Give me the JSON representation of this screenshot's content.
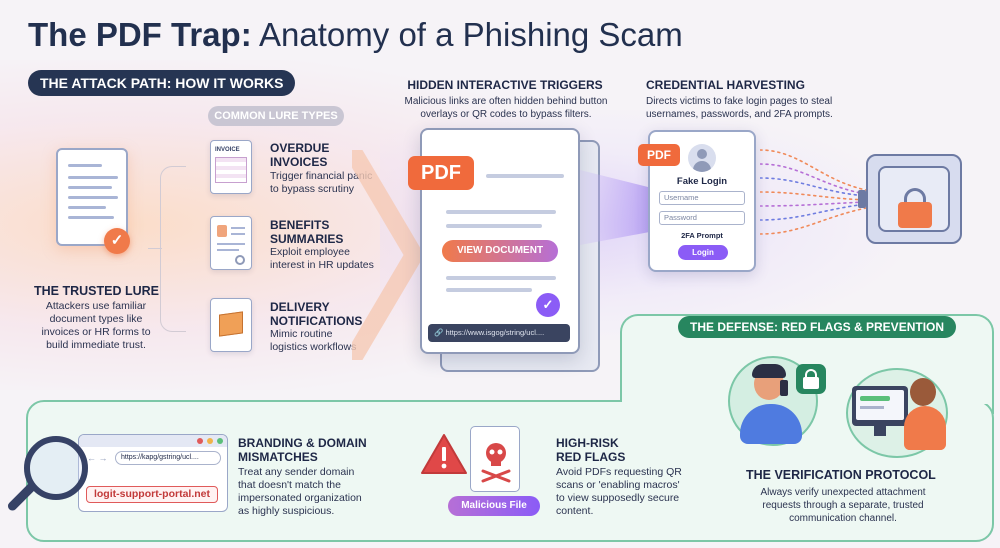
{
  "title": {
    "bold": "The PDF Trap:",
    "light": "Anatomy of a Phishing Scam"
  },
  "attack_path_label": "THE ATTACK PATH: HOW IT WORKS",
  "common_lure_label": "COMMON LURE TYPES",
  "trusted_lure": {
    "heading": "THE TRUSTED LURE",
    "body": [
      "Attackers use familiar",
      "document types like",
      "invoices or HR forms to",
      "build immediate trust."
    ]
  },
  "lures": [
    {
      "heading": [
        "OVERDUE",
        "INVOICES"
      ],
      "body": [
        "Trigger financial panic",
        "to bypass scrutiny"
      ],
      "icon_text": "INVOICE"
    },
    {
      "heading": [
        "BENEFITS",
        "SUMMARIES"
      ],
      "body": [
        "Exploit employee",
        "interest in HR updates"
      ]
    },
    {
      "heading": [
        "DELIVERY",
        "NOTIFICATIONS"
      ],
      "body": [
        "Mimic routine",
        "logistics workflows"
      ]
    }
  ],
  "hidden_triggers": {
    "heading": "HIDDEN INTERACTIVE TRIGGERS",
    "body": [
      "Malicious links are often hidden behind button",
      "overlays or QR codes to bypass filters."
    ],
    "pdf_tag": "PDF",
    "button": "VIEW DOCUMENT",
    "url": "https://www.isgog/string/ucl...."
  },
  "credential_harvesting": {
    "heading": "CREDENTIAL HARVESTING",
    "body": [
      "Directs victims to fake login pages to steal",
      "usernames, passwords, and 2FA prompts."
    ],
    "pdf_tag": "PDF",
    "card_title": "Fake Login",
    "username_placeholder": "Username",
    "password_placeholder": "Password",
    "twofa": "2FA Prompt",
    "login_button": "Login"
  },
  "defense_label": "THE DEFENSE: RED FLAGS & PREVENTION",
  "branding": {
    "heading": [
      "BRANDING & DOMAIN",
      "MISMATCHES"
    ],
    "body": [
      "Treat any sender domain",
      "that doesn't match the",
      "impersonated organization",
      "as highly suspicious."
    ],
    "browser_url": "https://kapg/gstring/ucl....",
    "fake_domain": "logit-support-portal.net"
  },
  "high_risk": {
    "heading": [
      "HIGH-RISK",
      "RED FLAGS"
    ],
    "body": [
      "Avoid PDFs requesting QR",
      "scans or 'enabling macros'",
      "to view supposedly secure",
      "content."
    ],
    "file_label": "Malicious File"
  },
  "verification": {
    "heading": "THE VERIFICATION PROTOCOL",
    "body": [
      "Always verify unexpected attachment",
      "requests through a separate, trusted",
      "communication channel."
    ]
  },
  "colors": {
    "navy": "#263553",
    "orange": "#f06a3c",
    "purple": "#8b5cf6",
    "green": "#27865f",
    "mint": "#7cc7a7",
    "red": "#e05a5a"
  }
}
